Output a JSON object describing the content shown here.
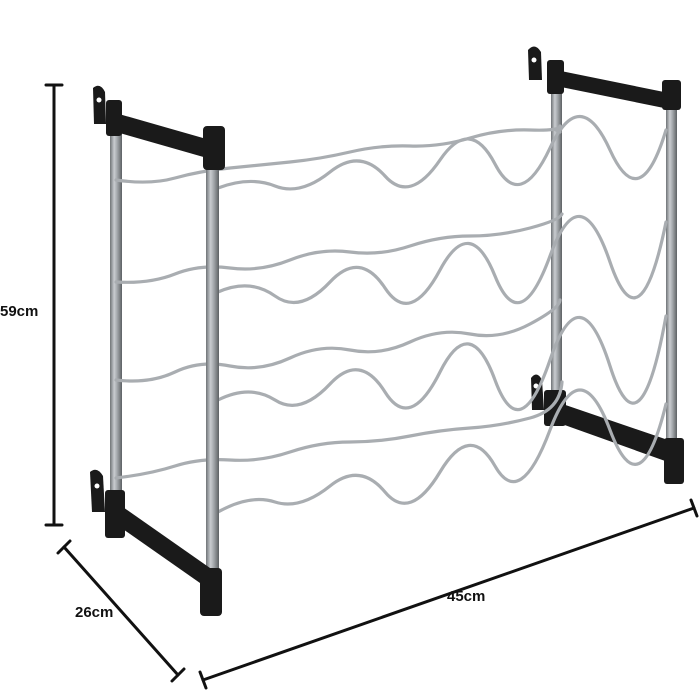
{
  "image": {
    "subject": "wine-rack",
    "colors": {
      "background": "#ffffff",
      "frame_black": "#1a1a1a",
      "post_silver": "#9ea2a6",
      "wire_silver": "#a9adb1",
      "dimension_line": "#111111"
    }
  },
  "dimensions": {
    "height_label": "59cm",
    "depth_label": "26cm",
    "width_label": "45cm"
  }
}
